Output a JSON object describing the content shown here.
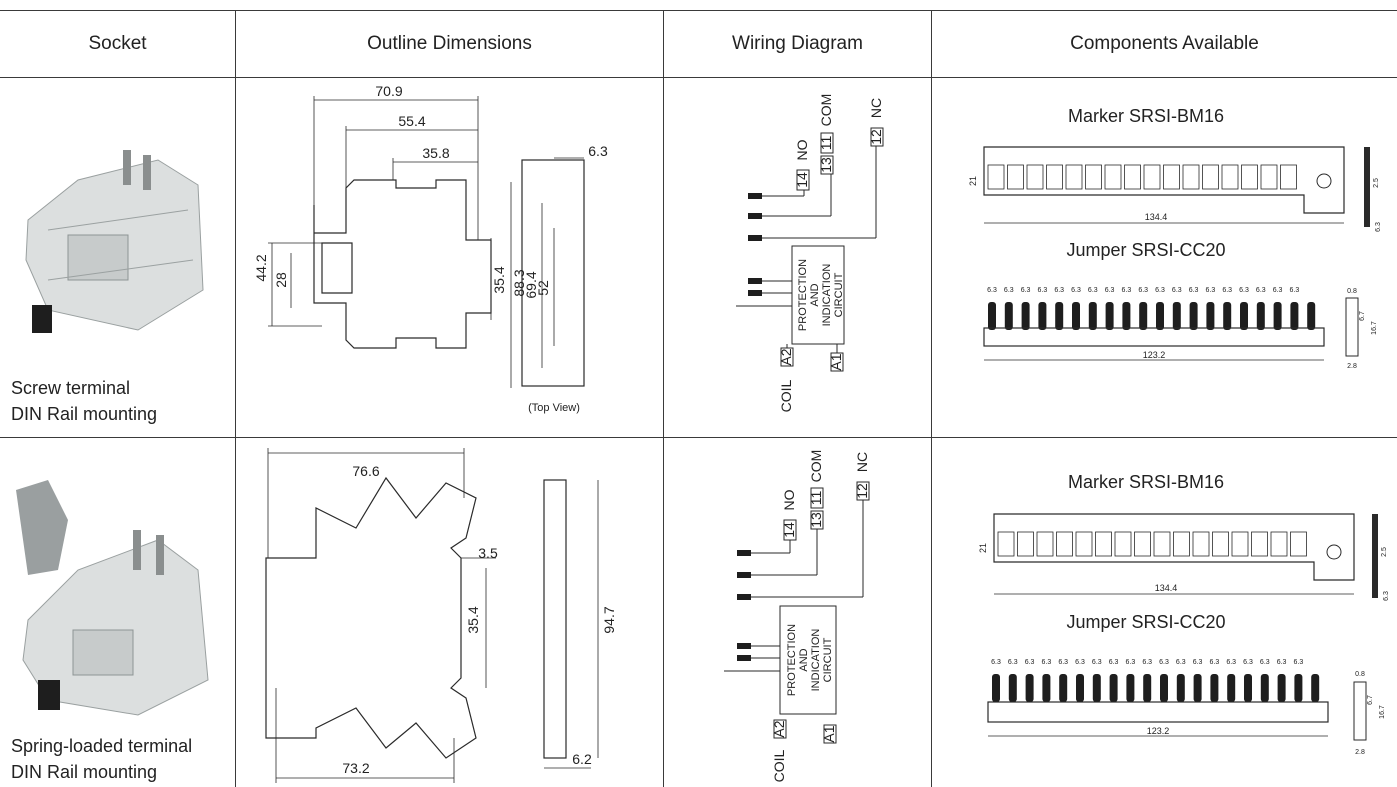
{
  "headers": {
    "socket": "Socket",
    "outline": "Outline Dimensions",
    "wiring": "Wiring Diagram",
    "components": "Components Available"
  },
  "rows": [
    {
      "socket_line1": "Screw terminal",
      "socket_line2": "DIN Rail mounting",
      "dims": {
        "d1": "70.9",
        "d2": "55.4",
        "d3": "35.8",
        "h1": "44.2",
        "h2": "28",
        "h3": "35.4",
        "v1": "88.3",
        "v2": "69.4",
        "v3": "52",
        "top": "6.3",
        "view": "(Top View)"
      },
      "marker_title": "Marker SRSI-BM16",
      "jumper_title": "Jumper SRSI-CC20"
    },
    {
      "socket_line1": "Spring-loaded terminal",
      "socket_line2": "DIN Rail mounting",
      "dims": {
        "d1": "76.6",
        "d2": "73.2",
        "h1": "35.4",
        "v1": "94.7",
        "s1": "3.5",
        "s2": "6.2"
      },
      "marker_title": "Marker SRSI-BM16",
      "jumper_title": "Jumper SRSI-CC20"
    }
  ],
  "wiring": {
    "no": "NO",
    "com": "COM",
    "nc": "NC",
    "t14": "14",
    "t11": "11",
    "t13": "13",
    "t12": "12",
    "circuit1": "PROTECTION",
    "circuit2": "AND",
    "circuit3": "INDICATION",
    "circuit4": "CIRCUIT",
    "a2": "A2",
    "a1": "A1",
    "coil": "COIL"
  },
  "components": {
    "marker_w": "134.4",
    "marker_h": "21",
    "marker_s1": "2.5",
    "marker_s2": "6.3",
    "jumper_w": "123.2",
    "jumper_pitch": "6.3",
    "jumper_s1": "0.8",
    "jumper_s2": "6.7",
    "jumper_s3": "16.7",
    "jumper_s4": "2.8"
  },
  "colors": {
    "line": "#3a3a3a",
    "photo": "#d9dcdc",
    "dark": "#1e1e1e"
  }
}
